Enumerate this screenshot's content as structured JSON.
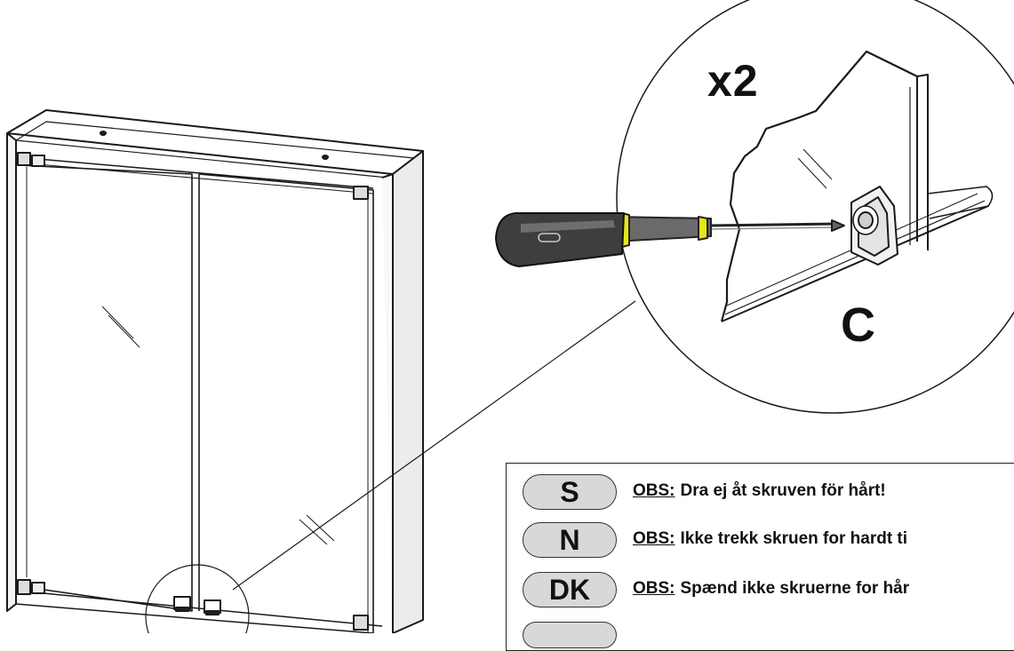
{
  "diagram": {
    "quantity_label": "x2",
    "part_label": "C"
  },
  "notes": {
    "items": [
      {
        "code": "S",
        "prefix": "OBS:",
        "text": "Dra ej åt skruven för hårt!"
      },
      {
        "code": "N",
        "prefix": "OBS:",
        "text": "Ikke trekk skruen for hardt ti"
      },
      {
        "code": "DK",
        "prefix": "OBS:",
        "text": "Spænd ikke skruerne for hår"
      }
    ]
  }
}
